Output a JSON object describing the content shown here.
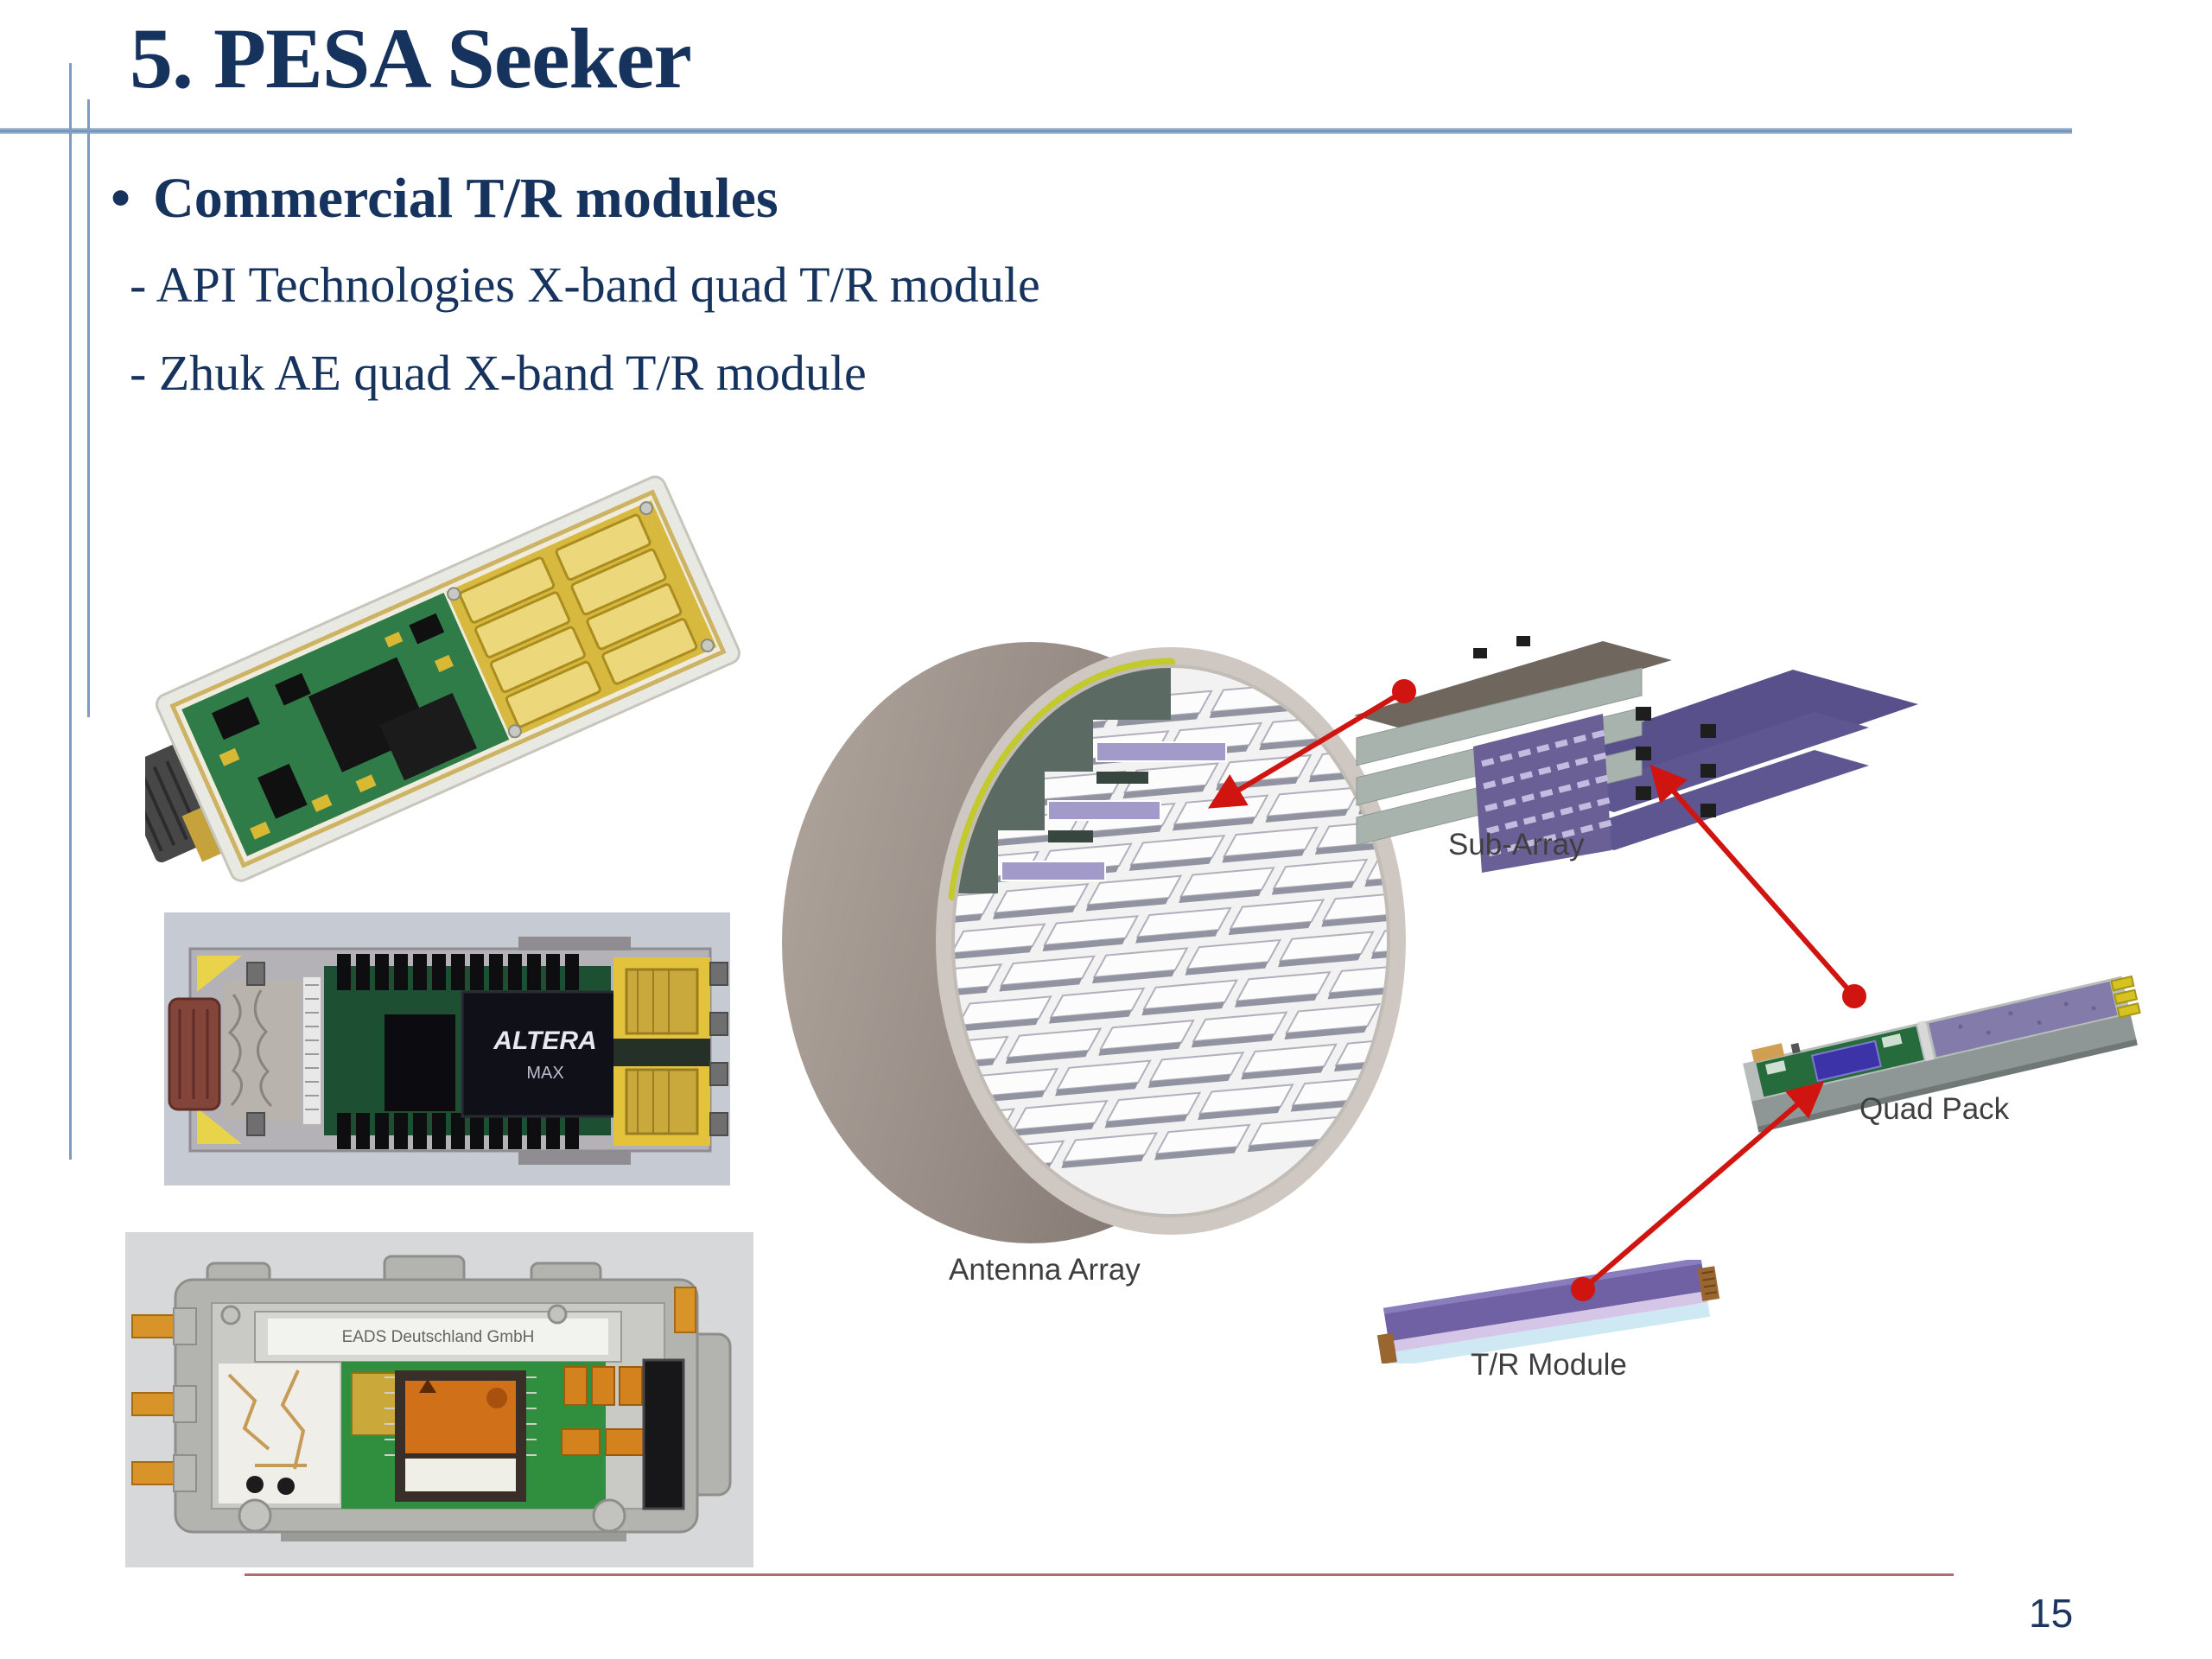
{
  "slide": {
    "title": "5. PESA Seeker",
    "bullet_marker": "•",
    "bullet": "Commercial T/R modules",
    "sub_bullets": [
      "- API Technologies X-band quad T/R module",
      "- Zhuk AE quad X-band T/R module"
    ],
    "page_number": "15",
    "colors": {
      "title_text": "#16335e",
      "body_text": "#16335e",
      "header_rule": "#7e9cbe",
      "footer_rule": "#b46a66",
      "arrow_red": "#d01510",
      "diagram_label_text": "#3f3f3f"
    }
  },
  "diagram": {
    "labels": {
      "antenna_array": "Antenna Array",
      "sub_array": "Sub-Array",
      "quad_pack": "Quad Pack",
      "tr_module": "T/R Module"
    }
  },
  "photos": {
    "middle_module_chip": "ALTERA",
    "middle_module_chip_sub": "MAX",
    "bottom_module_label": "EADS Deutschland GmbH"
  }
}
